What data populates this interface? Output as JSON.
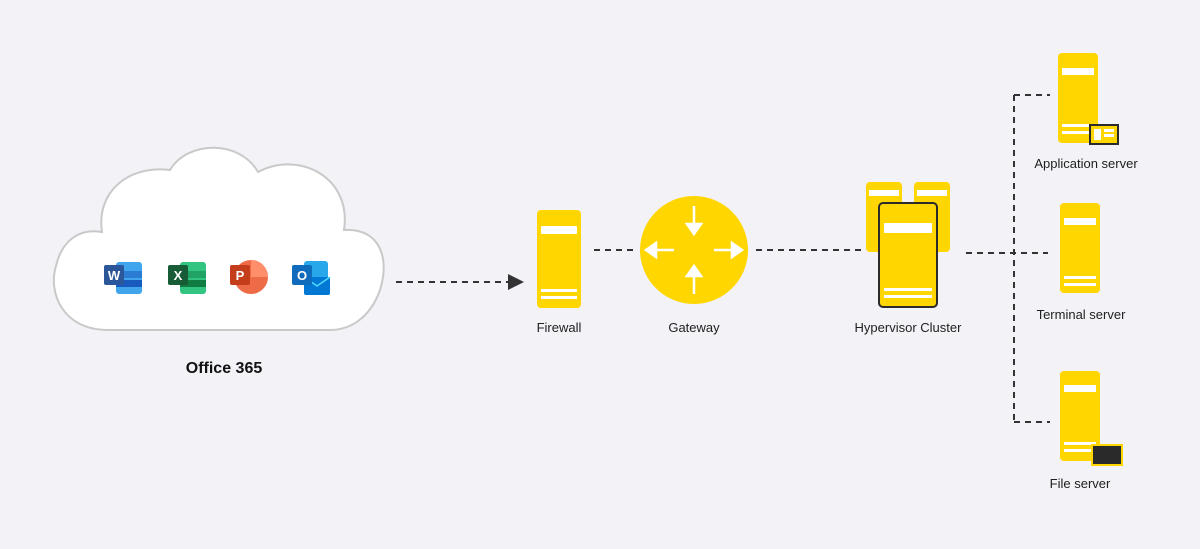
{
  "diagram": {
    "cloud": {
      "title": "Office 365",
      "apps": [
        {
          "name": "Word",
          "letter": "W",
          "color": "#2b579a",
          "icon": "word-icon"
        },
        {
          "name": "Excel",
          "letter": "X",
          "color": "#217346",
          "icon": "excel-icon"
        },
        {
          "name": "PowerPoint",
          "letter": "P",
          "color": "#d24726",
          "icon": "powerpoint-icon"
        },
        {
          "name": "Outlook",
          "letter": "O",
          "color": "#0f6cbd",
          "icon": "outlook-icon"
        }
      ]
    },
    "nodes": {
      "firewall": "Firewall",
      "gateway": "Gateway",
      "hypervisor": "Hypervisor Cluster",
      "application_server": "Application server",
      "terminal_server": "Terminal server",
      "file_server": "File server"
    },
    "colors": {
      "background": "#f2f2f7",
      "server_yellow": "#ffd600",
      "outline": "#2b2b2b",
      "cloud_border": "#c9c9c9",
      "connector": "#333333"
    }
  }
}
